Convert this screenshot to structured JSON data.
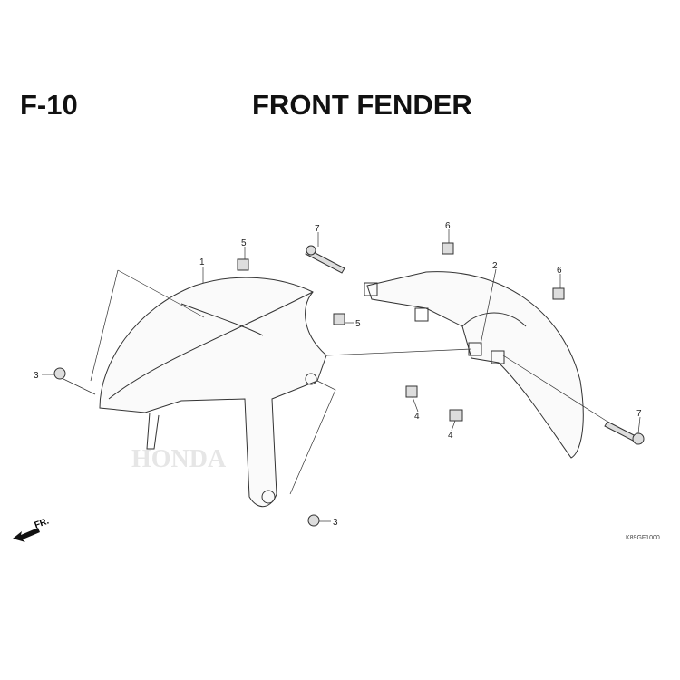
{
  "header": {
    "section": "F-10",
    "title": "FRONT FENDER"
  },
  "direction": {
    "label": "FR.",
    "icon": "arrow-front-icon"
  },
  "diagram_code": "K89GF1000",
  "watermark": "HONDA",
  "callouts": [
    "1",
    "2",
    "3",
    "3",
    "4",
    "4",
    "5",
    "5",
    "6",
    "6",
    "7",
    "7"
  ]
}
